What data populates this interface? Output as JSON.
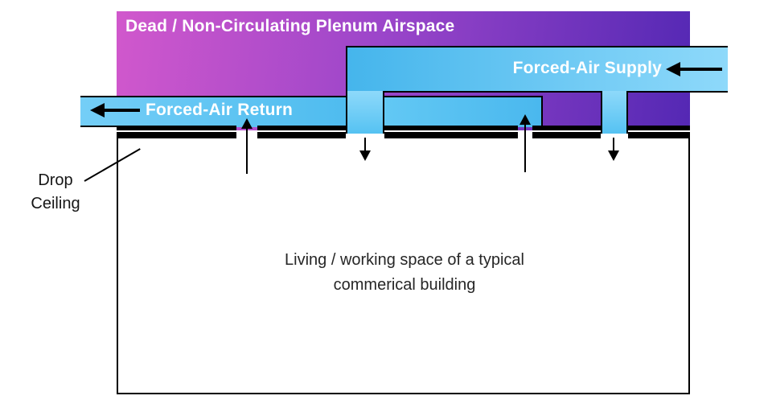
{
  "plenum": {
    "title": "Dead / Non-Circulating Plenum Airspace",
    "gradient_left": "#d158cc",
    "gradient_right": "#5428b4"
  },
  "supply_duct": {
    "label": "Forced-Air Supply"
  },
  "return_duct": {
    "label": "Forced-Air Return"
  },
  "drop_ceiling": {
    "label": "Drop\nCeiling"
  },
  "living_space": {
    "label": "Living / working space of a typical\ncommerical building"
  },
  "colors": {
    "duct_fill": "#58c3f2",
    "outline": "#000000",
    "room_background": "#ffffff",
    "duct_label_text": "#ffffff",
    "annotation_text": "#262626"
  },
  "icons": {
    "supply_flow": "left-arrow",
    "return_flow": "left-arrow",
    "ceiling_vent_flow": "up-arrow",
    "supply_drop_flow": "down-arrow"
  }
}
